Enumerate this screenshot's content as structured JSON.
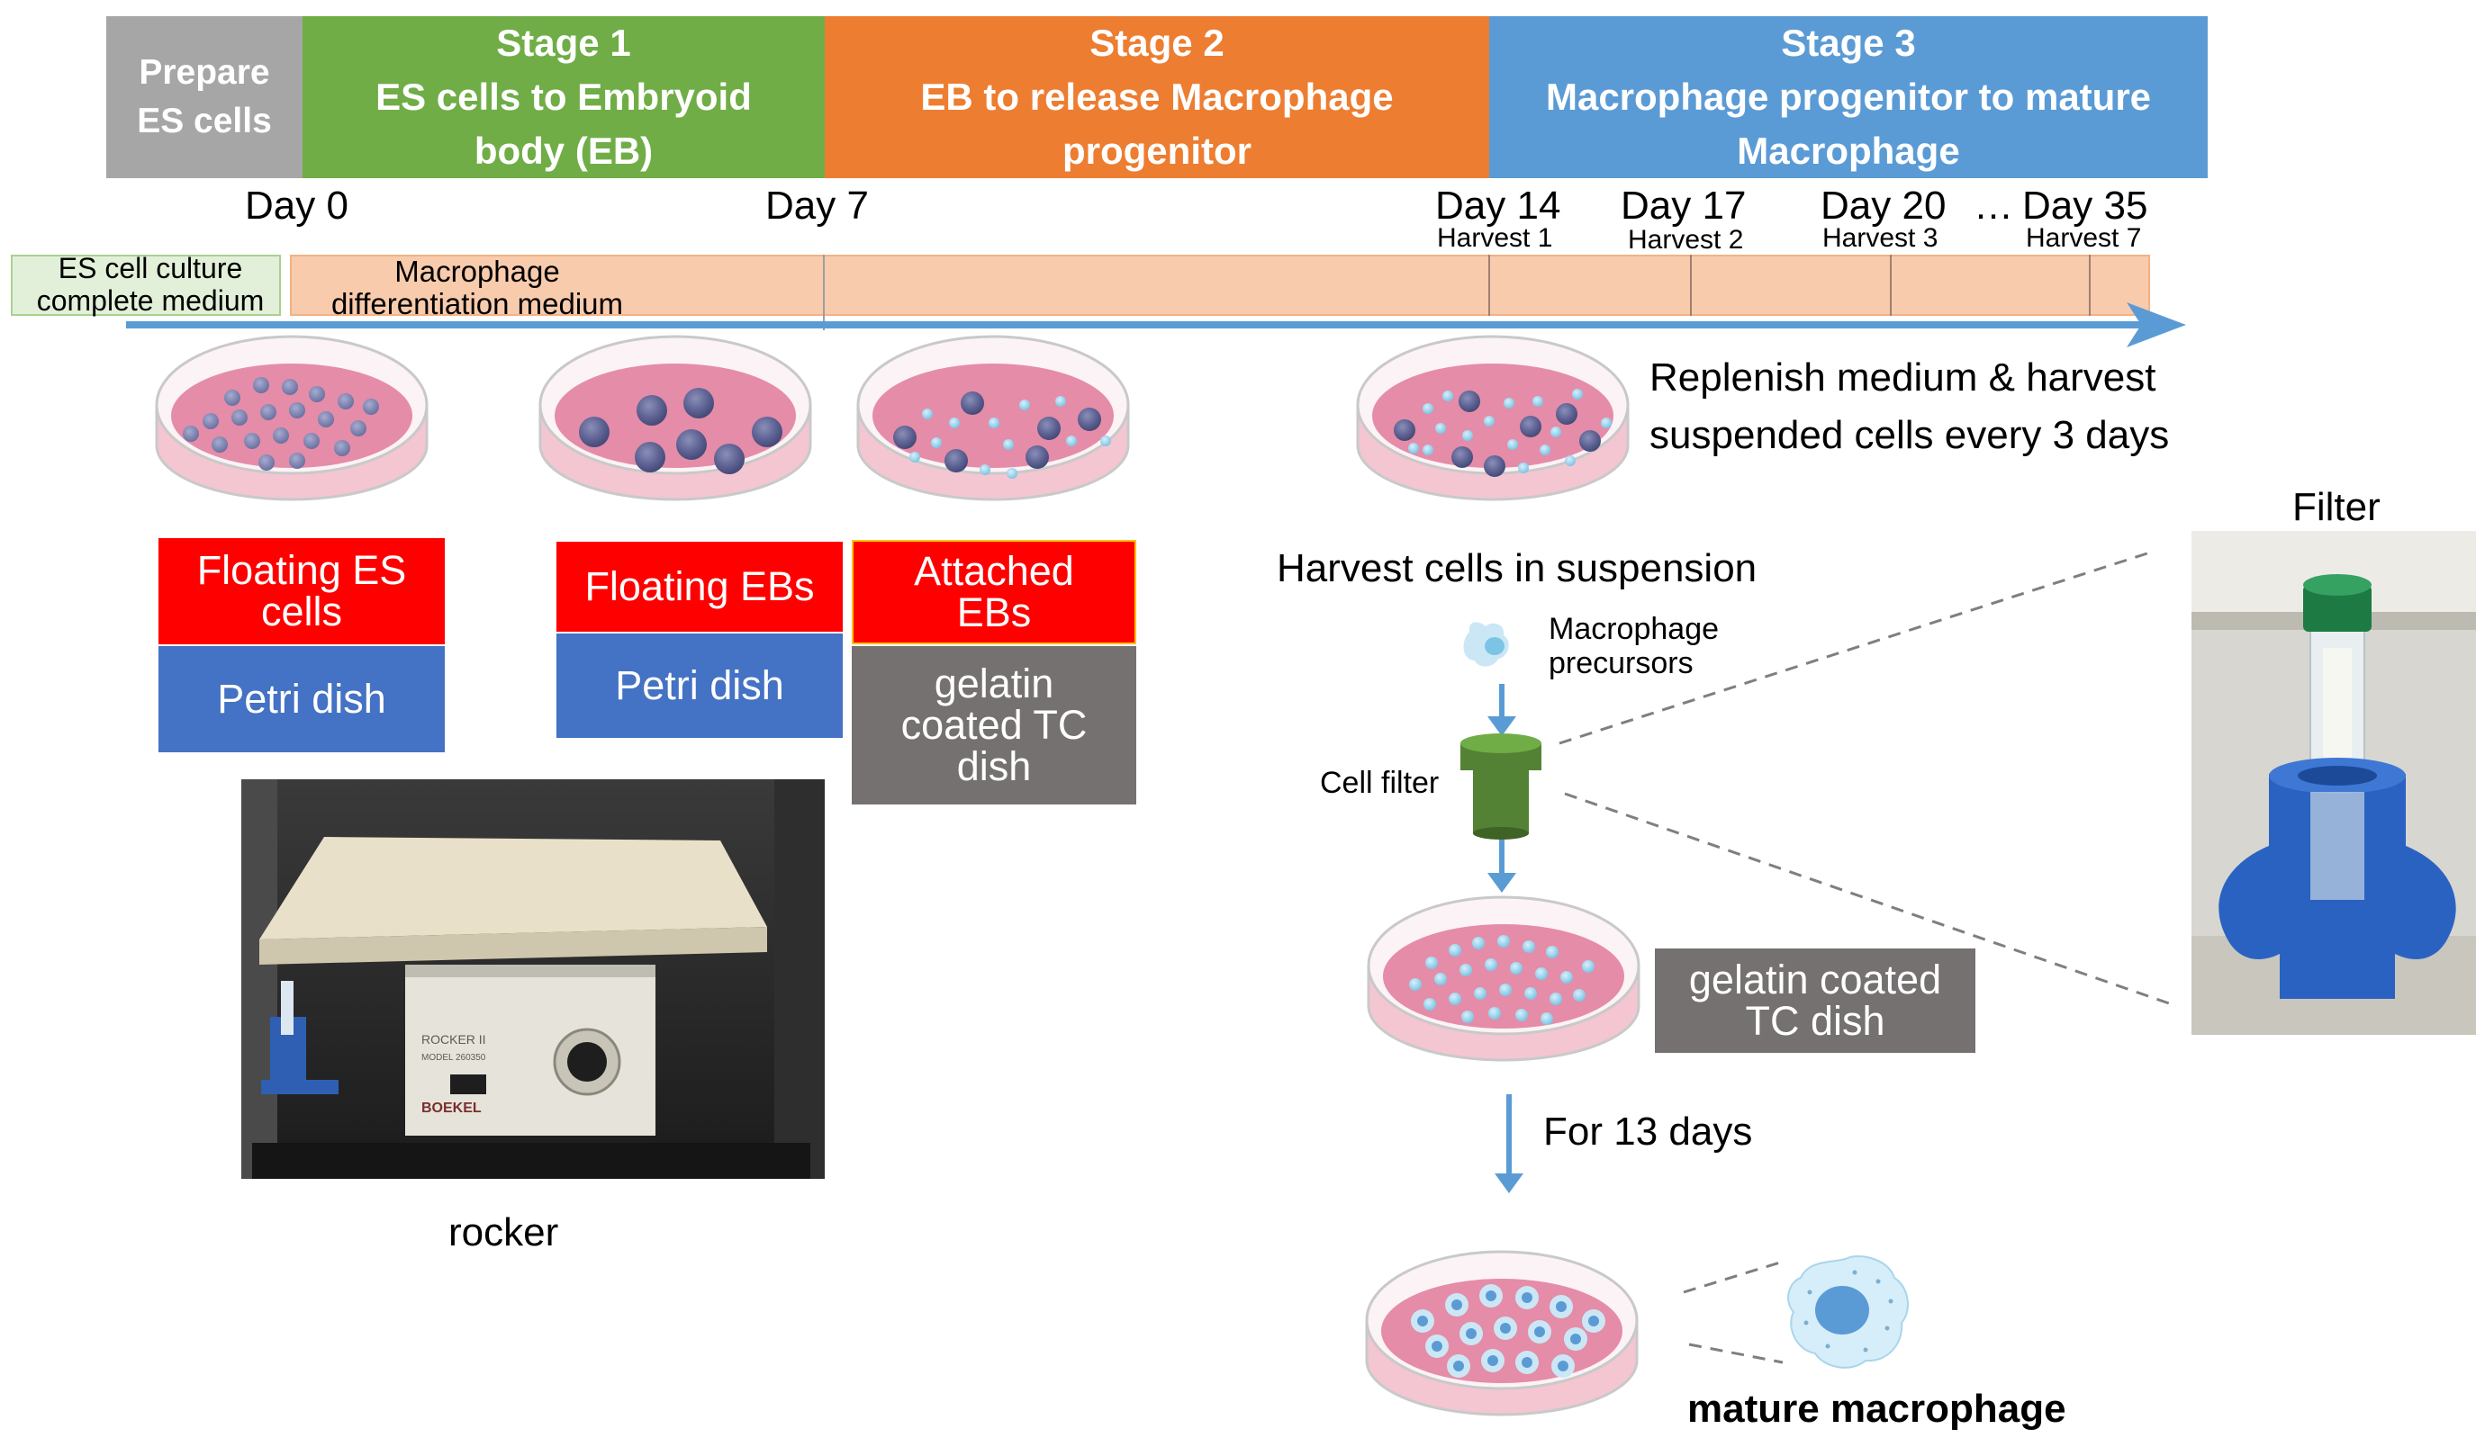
{
  "stages": {
    "prepare": {
      "line1": "Prepare",
      "line2": "ES cells",
      "color": "#A6A6A6"
    },
    "stage1": {
      "line1": "Stage 1",
      "line2": "ES cells to Embryoid",
      "line3": "body (EB)",
      "color": "#70AD47"
    },
    "stage2": {
      "line1": "Stage 2",
      "line2": "EB to release Macrophage",
      "line3": "progenitor",
      "color": "#ED7D31"
    },
    "stage3": {
      "line1": "Stage 3",
      "line2": "Macrophage  progenitor  to mature",
      "line3": "Macrophage",
      "color": "#5B9BD5"
    }
  },
  "timeline": {
    "day0": "Day 0",
    "day7": "Day 7",
    "day14": "Day 14",
    "day17": "Day 17",
    "day20": "Day 20",
    "ellipsis": "…",
    "day35": "Day 35",
    "harvest1": "Harvest 1",
    "harvest2": "Harvest 2",
    "harvest3": "Harvest 3",
    "harvest7": "Harvest 7",
    "es_medium_line1": "ES cell culture",
    "es_medium_line2": "complete medium",
    "mac_medium_line1": "Macrophage",
    "mac_medium_line2": "differentiation medium"
  },
  "labels": {
    "floating_es_line1": "Floating ES",
    "floating_es_line2": "cells",
    "petri_dish_1": "Petri dish",
    "floating_ebs": "Floating EBs",
    "petri_dish_2": "Petri dish",
    "attached_line1": "Attached",
    "attached_line2": "EBs",
    "gelatin1_line1": "gelatin",
    "gelatin1_line2": "coated TC",
    "gelatin1_line3": "dish",
    "replenish_line1": "Replenish medium & harvest",
    "replenish_line2": "suspended  cells  every  3 days",
    "harvest_cells": "Harvest  cells in suspension",
    "filter": "Filter",
    "macrophage_precursors_line1": "Macrophage",
    "macrophage_precursors_line2": "precursors",
    "cell_filter": "Cell filter",
    "gelatin2_line1": "gelatin coated",
    "gelatin2_line2": "TC dish",
    "for_13_days": "For 13 days",
    "mature_macrophage": "mature macrophage",
    "rocker_caption": "rocker",
    "rocker_brand": "ROCKER II",
    "rocker_model": "MODEL 260350",
    "rocker_maker": "BOEKEL"
  },
  "colors": {
    "red_label": "#FF0000",
    "blue_label": "#4472C4",
    "gray_label": "#767171",
    "arrow_blue": "#5B9BD5",
    "medium_green_bg": "#E2F0D9",
    "medium_peach_bg": "#F8CBAD",
    "dish_pink": "#E58CA8"
  }
}
